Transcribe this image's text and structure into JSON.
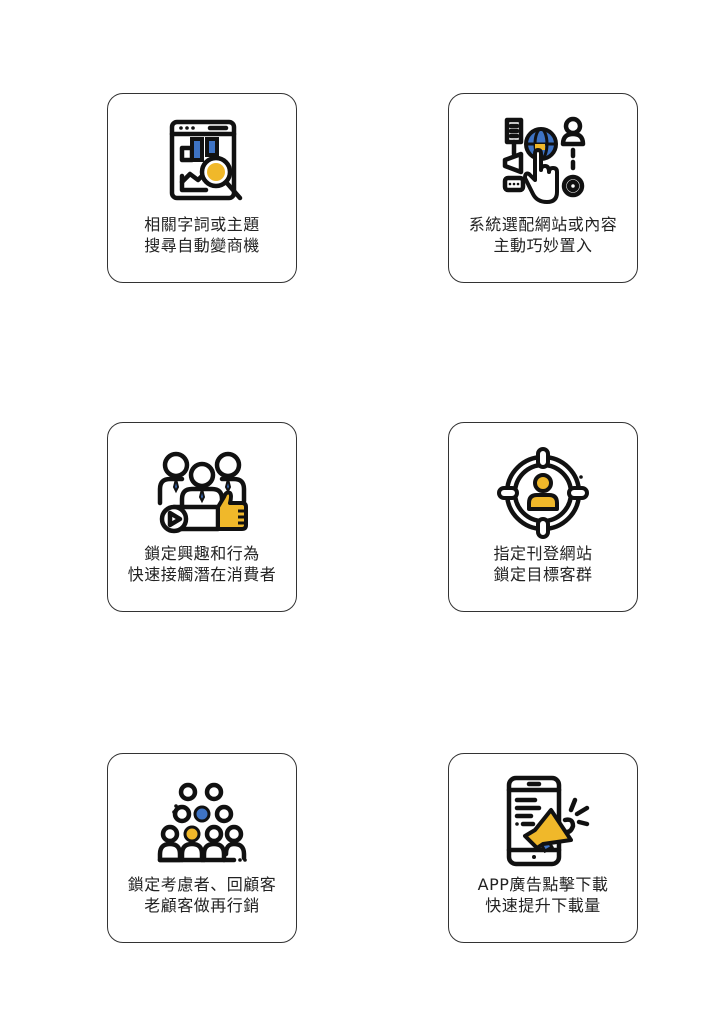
{
  "colors": {
    "accent_blue": "#3E73C4",
    "accent_yellow": "#F0B82A",
    "outline": "#111111",
    "card_border": "#333333",
    "text": "#222222"
  },
  "cards": [
    {
      "icon": "analytics-search-icon",
      "lines": [
        "相關字詞或主題",
        "搜尋自動變商機"
      ]
    },
    {
      "icon": "web-targeting-icon",
      "lines": [
        "系統選配網站或內容",
        "主動巧妙置入"
      ]
    },
    {
      "icon": "audience-like-icon",
      "lines": [
        "鎖定興趣和行為",
        "快速接觸潛在消費者"
      ]
    },
    {
      "icon": "target-user-icon",
      "lines": [
        "指定刊登網站",
        "鎖定目標客群"
      ]
    },
    {
      "icon": "crowd-icon",
      "lines": [
        "鎖定考慮者、回顧客",
        "老顧客做再行銷"
      ]
    },
    {
      "icon": "mobile-megaphone-icon",
      "lines": [
        "APP廣告點擊下載",
        "快速提升下載量"
      ]
    }
  ]
}
